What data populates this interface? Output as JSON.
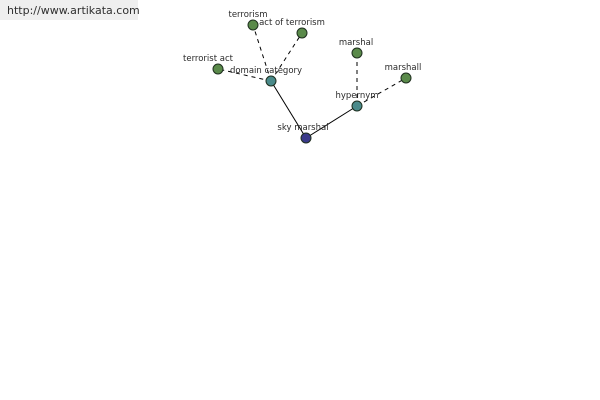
{
  "url_banner": "http://www.artikata.com",
  "colors": {
    "leaf": "#5a8a4a",
    "relation": "#4a8a8a",
    "root": "#3a3a8a",
    "background": "#ffffff",
    "banner": "#efefef"
  },
  "nodes": {
    "sky_marshal": {
      "label": "sky marshal",
      "kind": "root"
    },
    "domain_category": {
      "label": "domain category",
      "kind": "relation"
    },
    "hypernym": {
      "label": "hypernym",
      "kind": "relation"
    },
    "terrorism": {
      "label": "terrorism",
      "kind": "leaf"
    },
    "act_of_terrorism": {
      "label": "act of terrorism",
      "kind": "leaf"
    },
    "terrorist_act": {
      "label": "terrorist act",
      "kind": "leaf"
    },
    "marshal": {
      "label": "marshal",
      "kind": "leaf"
    },
    "marshall": {
      "label": "marshall",
      "kind": "leaf"
    }
  },
  "edges": [
    {
      "from": "sky_marshal",
      "to": "domain_category",
      "style": "solid"
    },
    {
      "from": "sky_marshal",
      "to": "hypernym",
      "style": "solid"
    },
    {
      "from": "domain_category",
      "to": "terrorism",
      "style": "dashed"
    },
    {
      "from": "domain_category",
      "to": "act_of_terrorism",
      "style": "dashed"
    },
    {
      "from": "domain_category",
      "to": "terrorist_act",
      "style": "dashed"
    },
    {
      "from": "hypernym",
      "to": "marshal",
      "style": "dashed"
    },
    {
      "from": "hypernym",
      "to": "marshall",
      "style": "dashed"
    }
  ]
}
